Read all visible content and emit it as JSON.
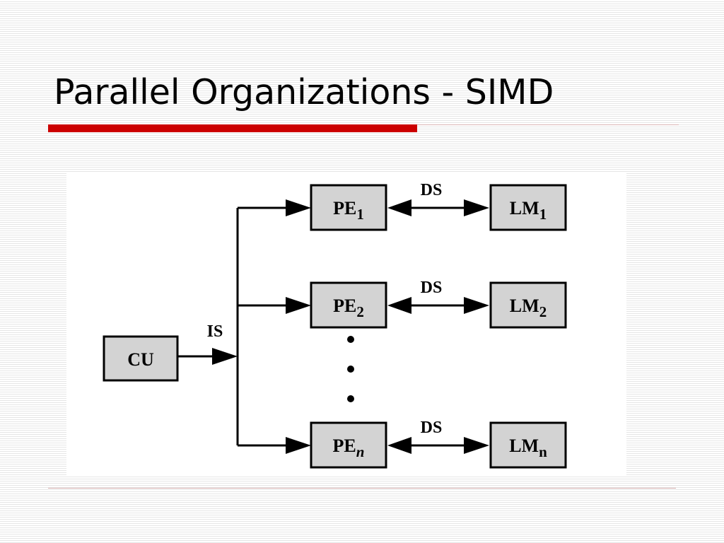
{
  "slide": {
    "title": "Parallel Organizations - SIMD",
    "accent_color": "#cc0000",
    "rule_color": "#d9b3b3"
  },
  "diagram": {
    "box_fill": "#d3d3d3",
    "control_unit": {
      "label": "CU"
    },
    "instruction_stream_label": "IS",
    "rows": [
      {
        "pe_base": "PE",
        "pe_sub": "1",
        "pe_sub_italic": false,
        "ds_label": "DS",
        "lm_base": "LM",
        "lm_sub": "1"
      },
      {
        "pe_base": "PE",
        "pe_sub": "2",
        "pe_sub_italic": false,
        "ds_label": "DS",
        "lm_base": "LM",
        "lm_sub": "2"
      },
      {
        "pe_base": "PE",
        "pe_sub": "n",
        "pe_sub_italic": true,
        "ds_label": "DS",
        "lm_base": "LM",
        "lm_sub": "n"
      }
    ],
    "ellipsis_dots": 3
  }
}
